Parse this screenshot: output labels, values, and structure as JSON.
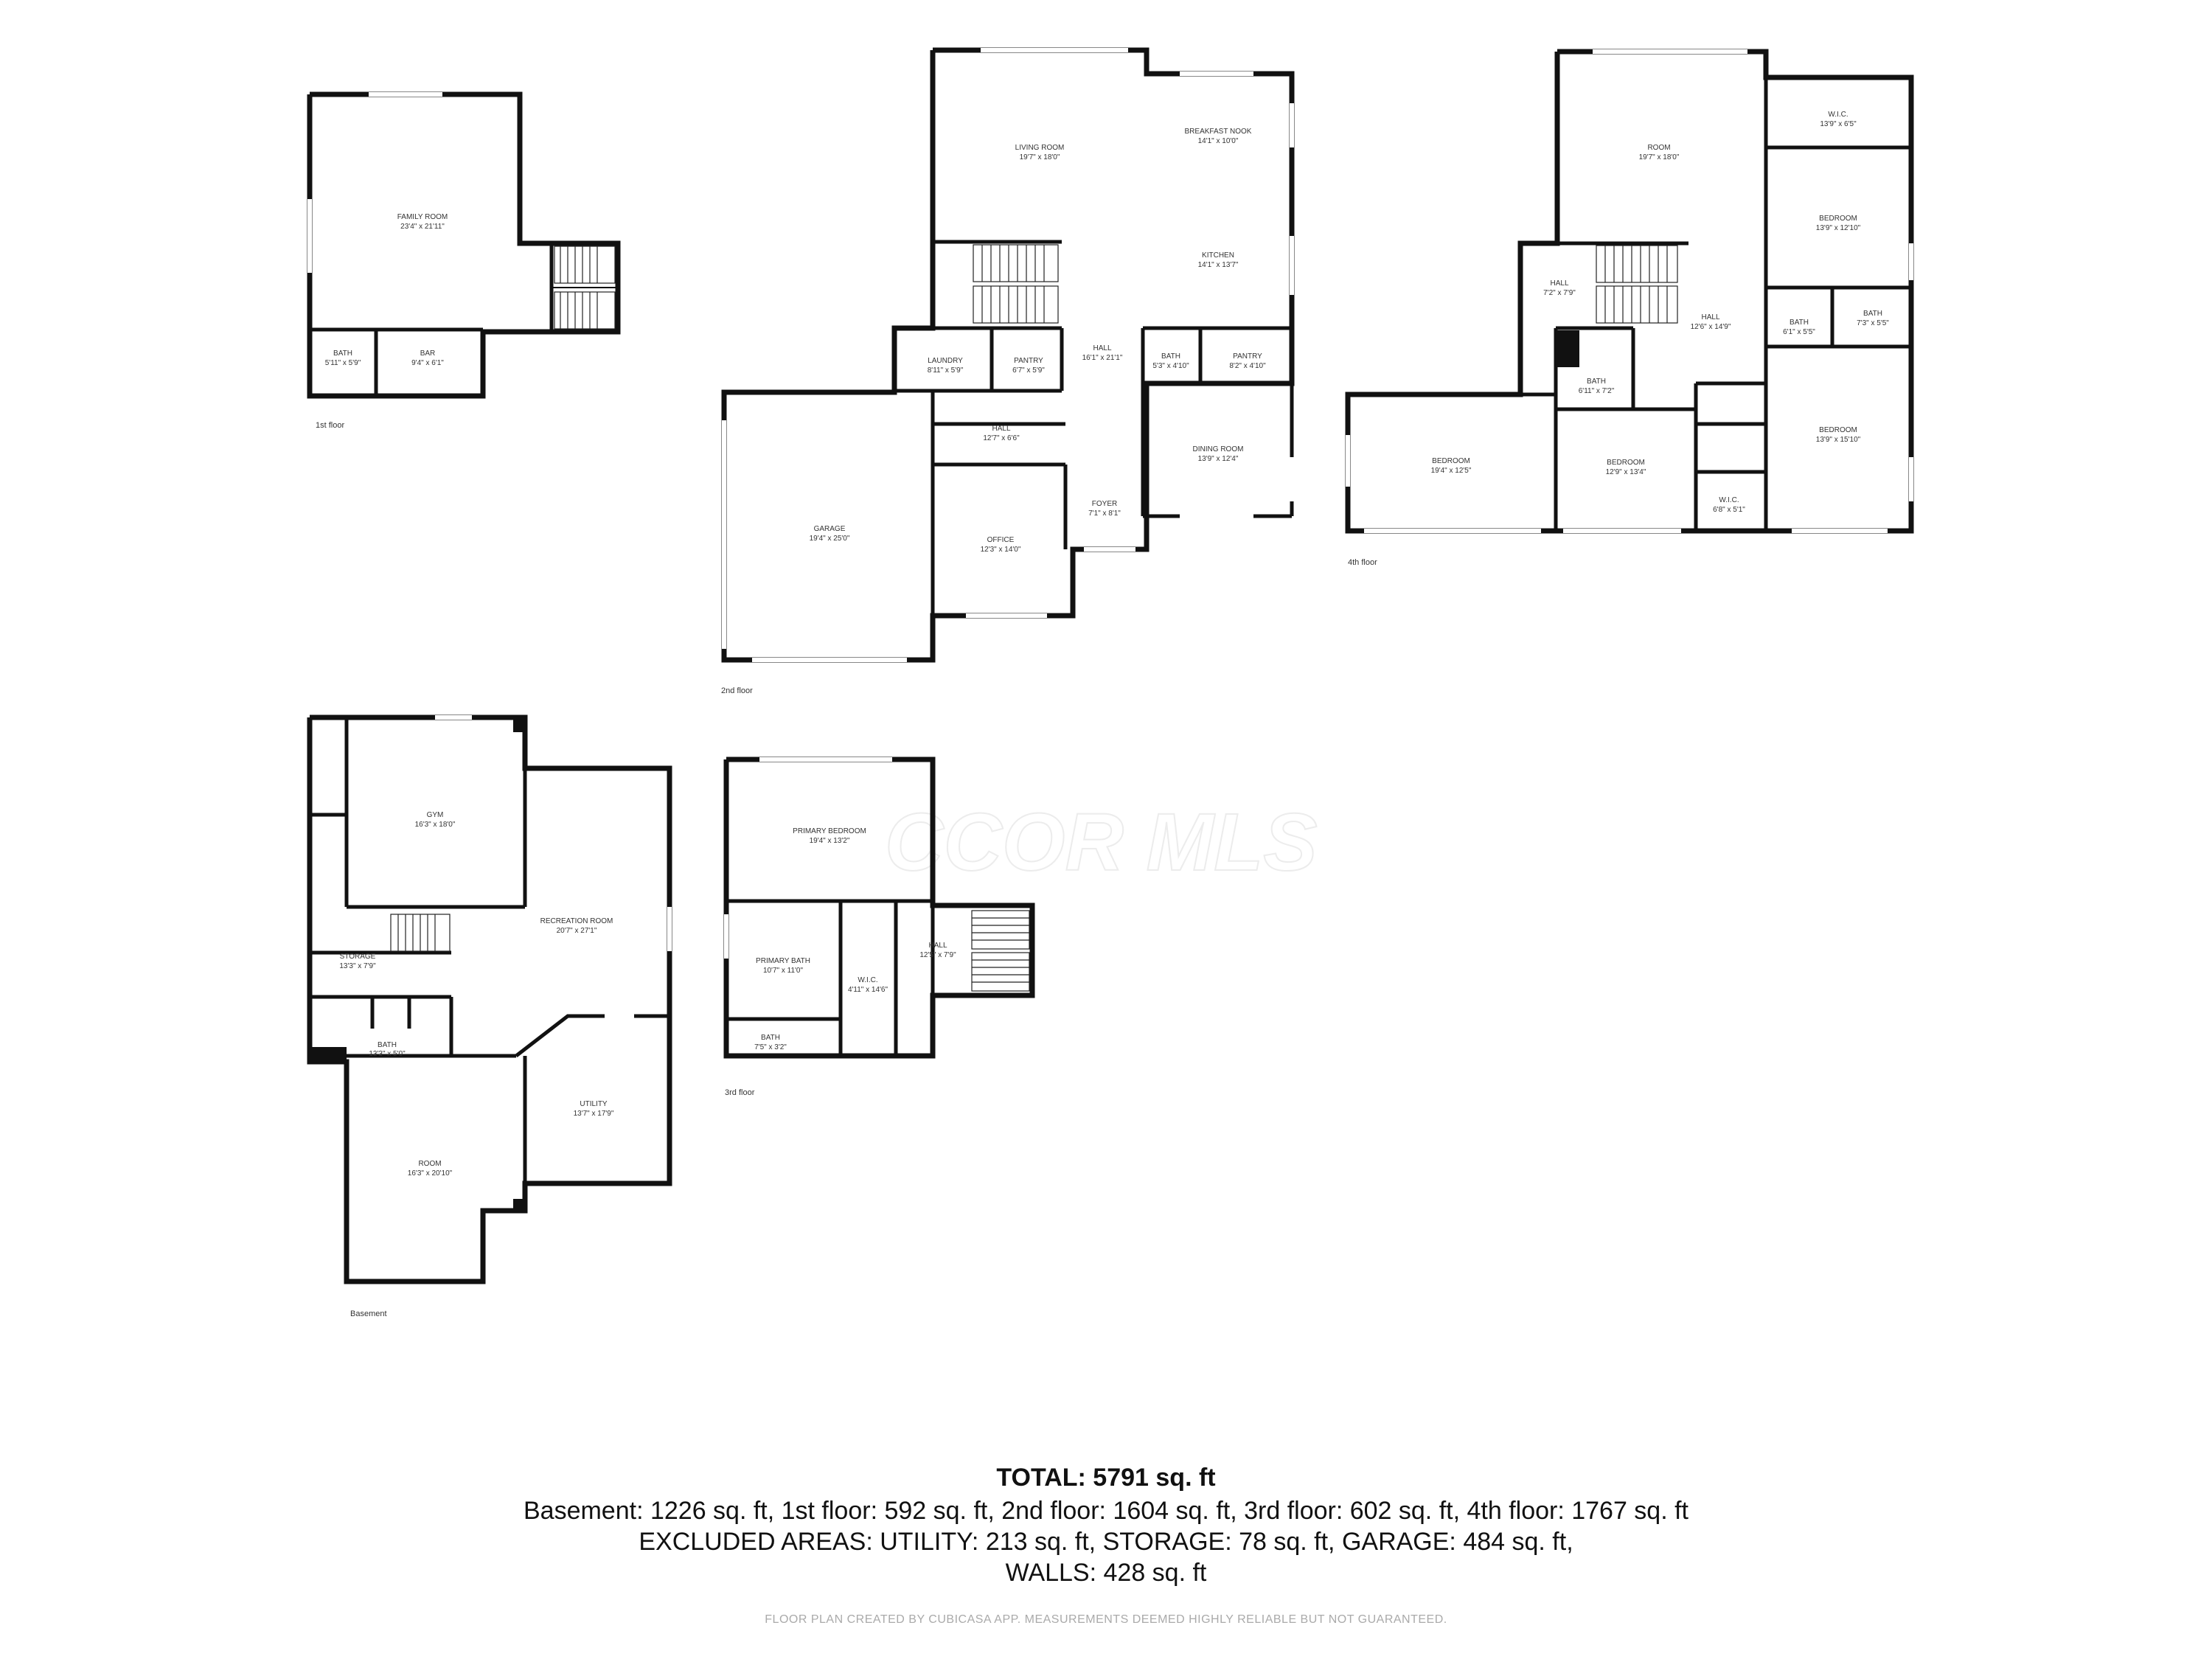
{
  "watermark": "CCOR MLS",
  "floors": {
    "first": {
      "label": "1st floor",
      "rooms": [
        {
          "name": "FAMILY ROOM",
          "dims": "23'4\" x 21'11\""
        },
        {
          "name": "BATH",
          "dims": "5'11\" x 5'9\""
        },
        {
          "name": "BAR",
          "dims": "9'4\" x 6'1\""
        }
      ]
    },
    "second": {
      "label": "2nd floor",
      "rooms": [
        {
          "name": "LIVING ROOM",
          "dims": "19'7\" x 18'0\""
        },
        {
          "name": "BREAKFAST NOOK",
          "dims": "14'1\" x 10'0\""
        },
        {
          "name": "KITCHEN",
          "dims": "14'1\" x 13'7\""
        },
        {
          "name": "LAUNDRY",
          "dims": "8'11\" x 5'9\""
        },
        {
          "name": "PANTRY",
          "dims": "6'7\" x 5'9\""
        },
        {
          "name": "HALL",
          "dims": "16'1\" x 21'1\""
        },
        {
          "name": "BATH",
          "dims": "5'3\" x 4'10\""
        },
        {
          "name": "PANTRY",
          "dims": "8'2\" x 4'10\""
        },
        {
          "name": "HALL",
          "dims": "12'7\" x 6'6\""
        },
        {
          "name": "GARAGE",
          "dims": "19'4\" x 25'0\""
        },
        {
          "name": "OFFICE",
          "dims": "12'3\" x 14'0\""
        },
        {
          "name": "FOYER",
          "dims": "7'1\" x 8'1\""
        },
        {
          "name": "DINING ROOM",
          "dims": "13'9\" x 12'4\""
        }
      ]
    },
    "fourth": {
      "label": "4th floor",
      "rooms": [
        {
          "name": "ROOM",
          "dims": "19'7\" x 18'0\""
        },
        {
          "name": "W.I.C.",
          "dims": "13'9\" x 6'5\""
        },
        {
          "name": "BEDROOM",
          "dims": "13'9\" x 12'10\""
        },
        {
          "name": "HALL",
          "dims": "7'2\" x 7'9\""
        },
        {
          "name": "HALL",
          "dims": "12'6\" x 14'9\""
        },
        {
          "name": "BATH",
          "dims": "6'1\" x 5'5\""
        },
        {
          "name": "BATH",
          "dims": "7'3\" x 5'5\""
        },
        {
          "name": "BATH",
          "dims": "6'11\" x 7'2\""
        },
        {
          "name": "BEDROOM",
          "dims": "19'4\" x 12'5\""
        },
        {
          "name": "BEDROOM",
          "dims": "12'9\" x 13'4\""
        },
        {
          "name": "BEDROOM",
          "dims": "13'9\" x 15'10\""
        },
        {
          "name": "W.I.C.",
          "dims": "6'8\" x 5'1\""
        }
      ]
    },
    "basement": {
      "label": "Basement",
      "rooms": [
        {
          "name": "GYM",
          "dims": "16'3\" x 18'0\""
        },
        {
          "name": "RECREATION ROOM",
          "dims": "20'7\" x 27'1\""
        },
        {
          "name": "STORAGE",
          "dims": "13'3\" x 7'9\""
        },
        {
          "name": "BATH",
          "dims": "13'3\" x 5'0\""
        },
        {
          "name": "ROOM",
          "dims": "16'3\" x 20'10\""
        },
        {
          "name": "UTILITY",
          "dims": "13'7\" x 17'9\""
        }
      ]
    },
    "third": {
      "label": "3rd floor",
      "rooms": [
        {
          "name": "PRIMARY BEDROOM",
          "dims": "19'4\" x 13'2\""
        },
        {
          "name": "PRIMARY BATH",
          "dims": "10'7\" x 11'0\""
        },
        {
          "name": "W.I.C.",
          "dims": "4'11\" x 14'6\""
        },
        {
          "name": "HALL",
          "dims": "12'5\" x 7'9\""
        },
        {
          "name": "BATH",
          "dims": "7'5\" x 3'2\""
        }
      ]
    }
  },
  "summary": {
    "total": "TOTAL: 5791 sq. ft",
    "line1": "Basement: 1226 sq. ft, 1st floor: 592 sq. ft, 2nd floor: 1604 sq. ft, 3rd floor: 602 sq. ft, 4th floor: 1767 sq. ft",
    "line2": "EXCLUDED AREAS: UTILITY: 213 sq. ft, STORAGE: 78 sq. ft, GARAGE: 484 sq. ft,",
    "line3": "WALLS: 428 sq. ft"
  },
  "disclaimer": "FLOOR PLAN CREATED BY CUBICASA APP. MEASUREMENTS DEEMED HIGHLY RELIABLE BUT NOT GUARANTEED."
}
